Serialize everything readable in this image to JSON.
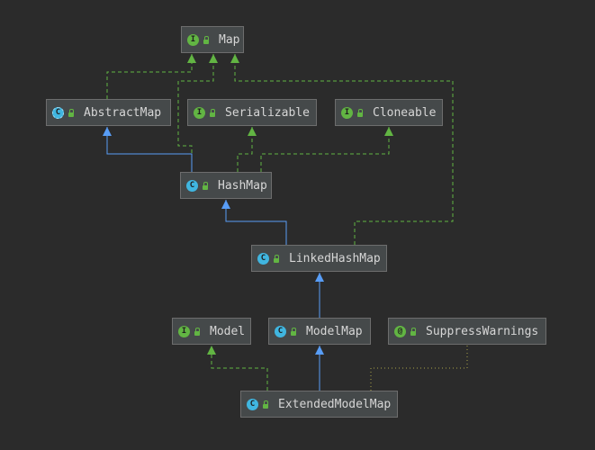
{
  "nodes": {
    "map": {
      "label": "Map",
      "kind": "I"
    },
    "abstract_map": {
      "label": "AbstractMap",
      "kind": "C"
    },
    "serializable": {
      "label": "Serializable",
      "kind": "I"
    },
    "cloneable": {
      "label": "Cloneable",
      "kind": "I"
    },
    "hash_map": {
      "label": "HashMap",
      "kind": "C"
    },
    "linked_hash_map": {
      "label": "LinkedHashMap",
      "kind": "C"
    },
    "model": {
      "label": "Model",
      "kind": "I"
    },
    "model_map": {
      "label": "ModelMap",
      "kind": "C"
    },
    "suppress_warnings": {
      "label": "SuppressWarnings",
      "kind": "@"
    },
    "extended_model_map": {
      "label": "ExtendedModelMap",
      "kind": "C"
    }
  },
  "colors": {
    "background": "#2b2b2b",
    "extends_edge": "#589df6",
    "implements_edge": "#62b543",
    "annotation_edge": "#a8a34a"
  }
}
